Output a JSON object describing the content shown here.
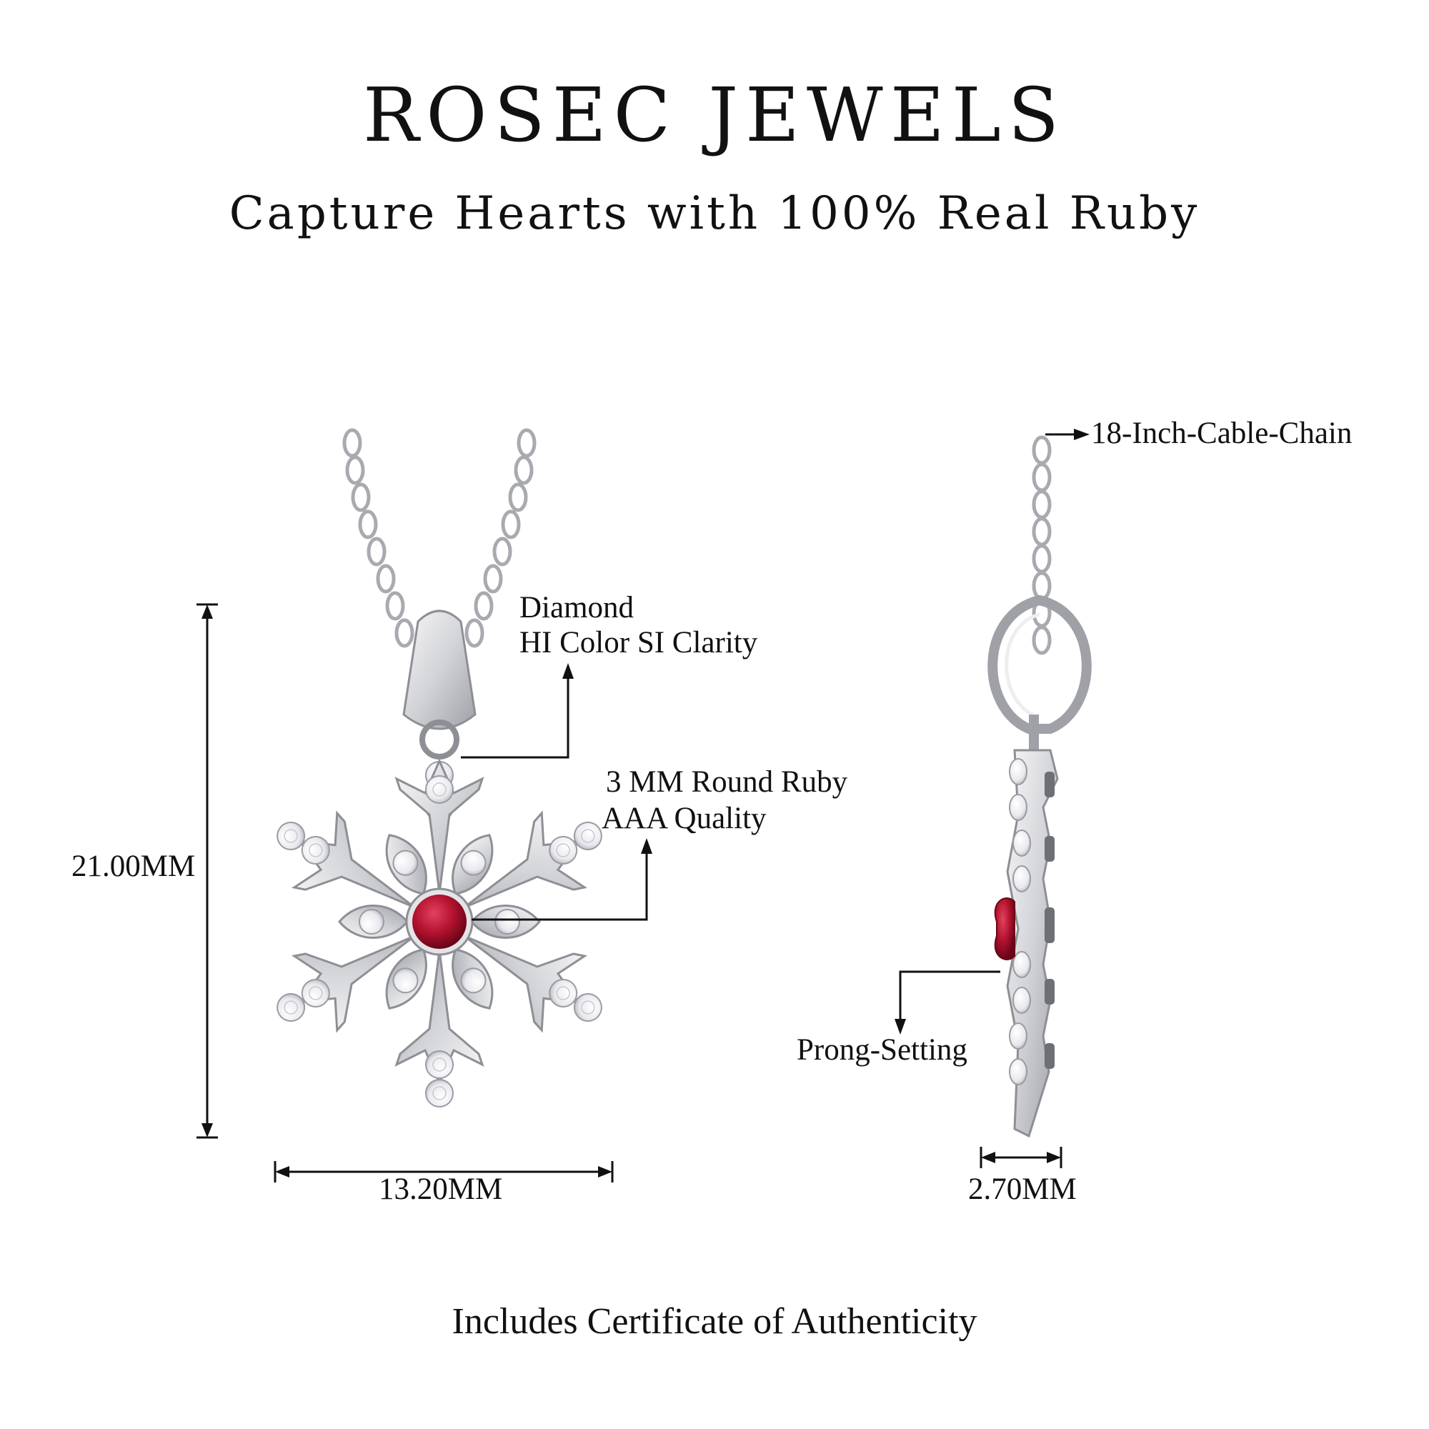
{
  "header": {
    "brand": "ROSEC JEWELS",
    "tagline": "Capture Hearts with 100% Real Ruby"
  },
  "annotations": {
    "diamond_title": "Diamond",
    "diamond_quality": "HI Color SI Clarity",
    "ruby_size": "3 MM Round Ruby",
    "ruby_quality": "AAA Quality",
    "chain": "18-Inch-Cable-Chain",
    "setting": "Prong-Setting"
  },
  "dimensions": {
    "height": "21.00MM",
    "width": "13.20MM",
    "depth": "2.70MM"
  },
  "footer": {
    "certificate": "Includes Certificate of Authenticity"
  },
  "colors": {
    "ruby": "#b3122e",
    "metal": "#d9d9dc",
    "metal_dark": "#8d8f95",
    "ink": "#111111"
  }
}
